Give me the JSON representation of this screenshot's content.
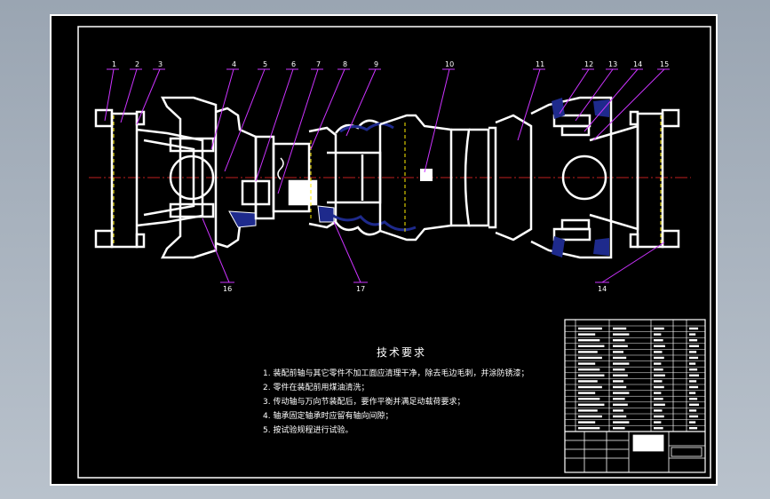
{
  "drawing": {
    "balloons_top": [
      "1",
      "2",
      "3",
      "4",
      "5",
      "6",
      "7",
      "8",
      "9",
      "10",
      "11",
      "12",
      "13",
      "14",
      "15"
    ],
    "balloons_bottom": [
      "16",
      "17",
      "14"
    ]
  },
  "technical_requirements": {
    "title": "技术要求",
    "lines": [
      "1. 装配前轴与其它零件不加工面应清理干净，除去毛边毛刺，并涂防锈漆；",
      "2. 零件在装配前用煤油清洗；",
      "3. 传动轴与万向节装配后，要作平衡并满足动载荷要求；",
      "4. 轴承固定轴承时应留有轴向间隙；",
      "5. 按试验规程进行试验。"
    ]
  },
  "colors": {
    "background": "#000000",
    "frame": "#ffffff",
    "leader": "#cc33ff",
    "centerline": "#ff2a2a",
    "hidden": "#ffee00",
    "outline": "#ffffff",
    "section": "#1e2a8c"
  }
}
